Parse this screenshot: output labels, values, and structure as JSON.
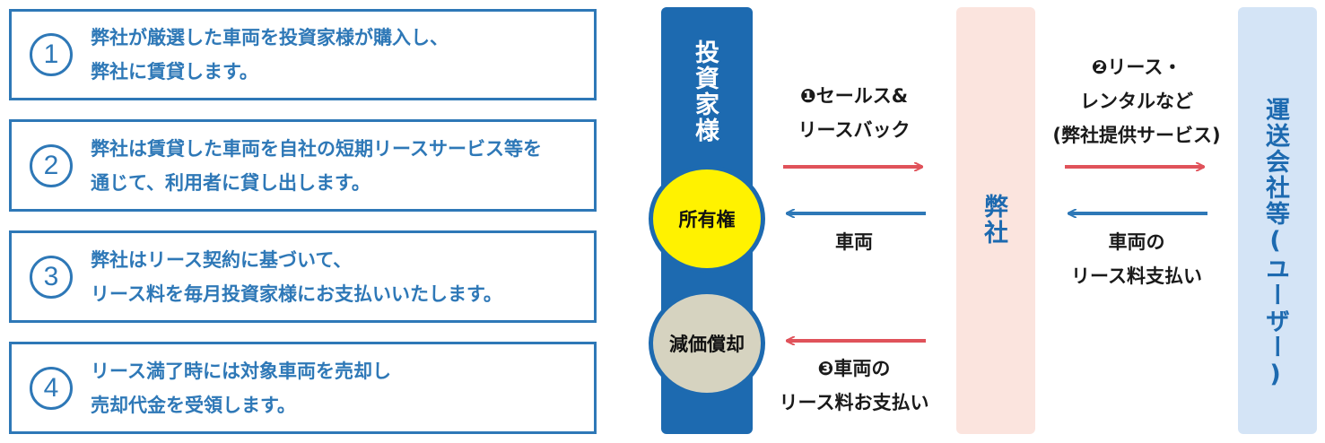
{
  "steps": [
    {
      "number": "1",
      "lines": [
        "弊社が厳選した車両を投資家様が購入し、",
        "弊社に賃貸します。"
      ]
    },
    {
      "number": "2",
      "lines": [
        "弊社は賃貸した車両を自社の短期リースサービス等を",
        "通じて、利用者に貸し出します。"
      ]
    },
    {
      "number": "3",
      "lines": [
        "弊社はリース契約に基づいて、",
        "リース料を毎月投資家様にお支払いいたします。"
      ]
    },
    {
      "number": "4",
      "lines": [
        "リース満了時には対象車両を売却し",
        "売却代金を受領します。"
      ]
    }
  ],
  "columns": {
    "investor": "投資家様",
    "company": "弊社",
    "user": "運送会社等(ユーザー)"
  },
  "circles": {
    "ownership": "所有権",
    "depreciation": "減価償却"
  },
  "flows": {
    "sale_leaseback": [
      "❶セールス&",
      "リースバック"
    ],
    "vehicle_left": [
      "車両"
    ],
    "lease_payment_investor": [
      "❸車両の",
      "リース料お支払い"
    ],
    "lease_rental": [
      "❷リース・",
      "レンタルなど",
      "(弊社提供サービス)"
    ],
    "vehicle_lease_payment_user": [
      "車両の",
      "リース料支払い"
    ]
  },
  "colors": {
    "step_blue": "#2e78b7",
    "investor_blue": "#1d6ab0",
    "company_pink": "#fbe4de",
    "user_lightblue": "#d4e4f6",
    "arrow_red": "#e0525a",
    "arrow_blue": "#2e78b7",
    "ownership_yellow": "#fff200",
    "depreciation_beige": "#d6d3c0"
  }
}
